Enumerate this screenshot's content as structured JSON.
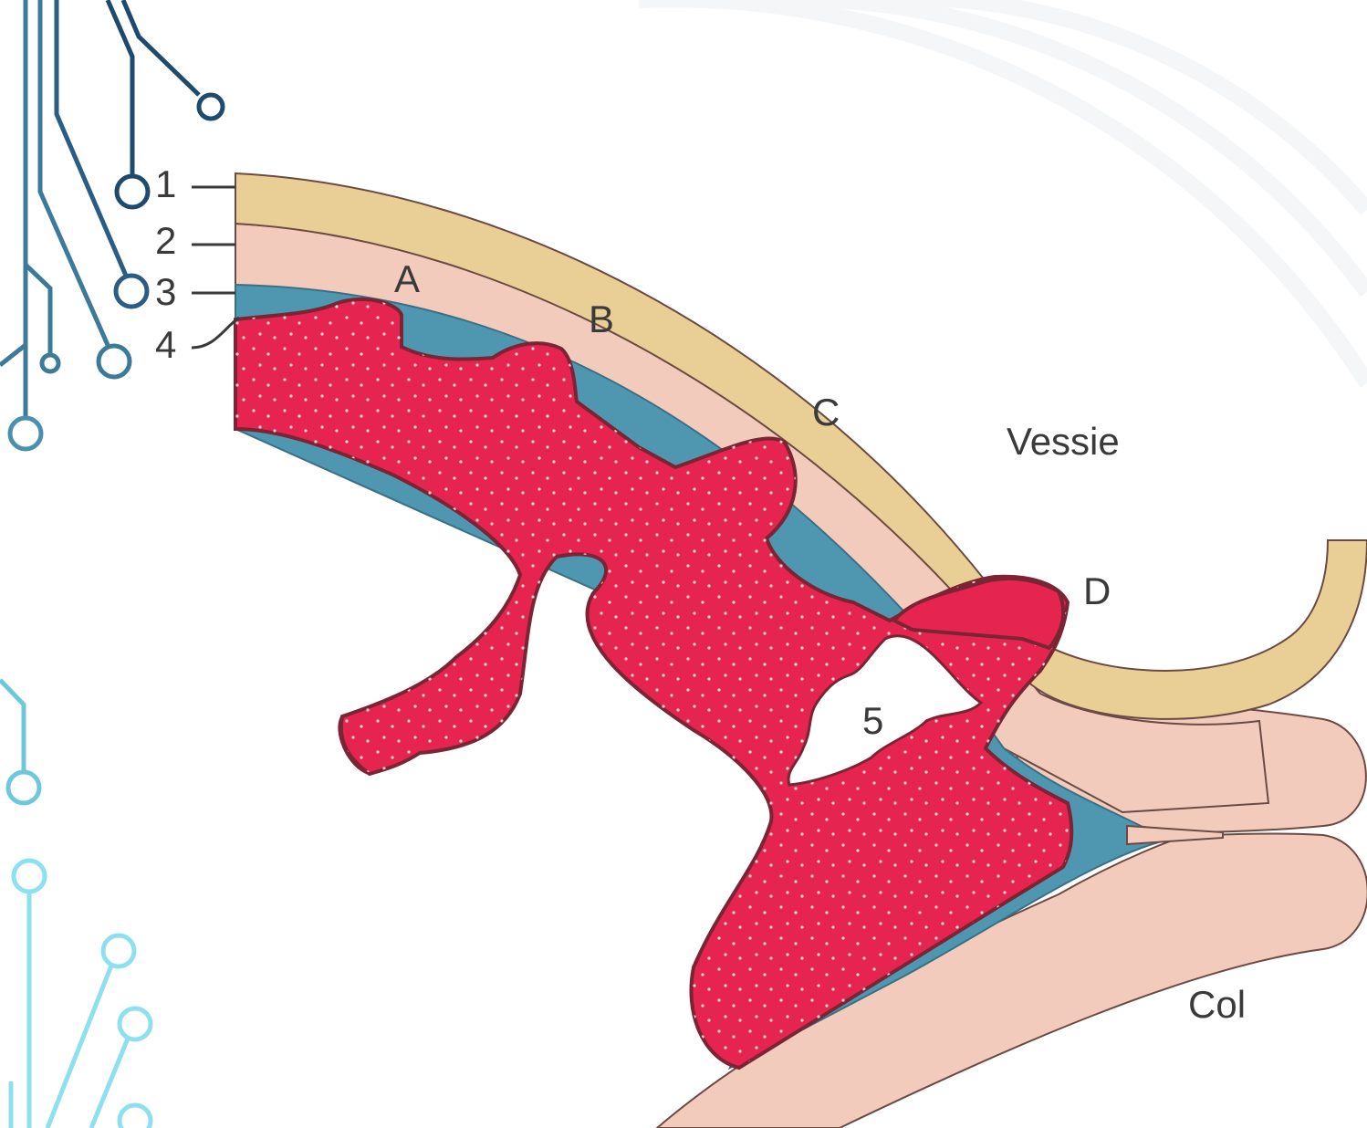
{
  "diagram": {
    "layer_labels": [
      "1",
      "2",
      "3",
      "4"
    ],
    "region_labels": {
      "A": "A",
      "B": "B",
      "C": "C",
      "D": "D",
      "cavity": "5",
      "bladder": "Vessie",
      "cervix": "Col"
    },
    "colors": {
      "serosa": "#e9cf96",
      "myometrium": "#f3cbbd",
      "decidua": "#4f97b1",
      "placenta": "#e5254f",
      "outline": "#7a2434",
      "circuit_dark": "#1e4a6e",
      "circuit_mid": "#3d7a99",
      "circuit_light": "#8ee0ee"
    }
  }
}
